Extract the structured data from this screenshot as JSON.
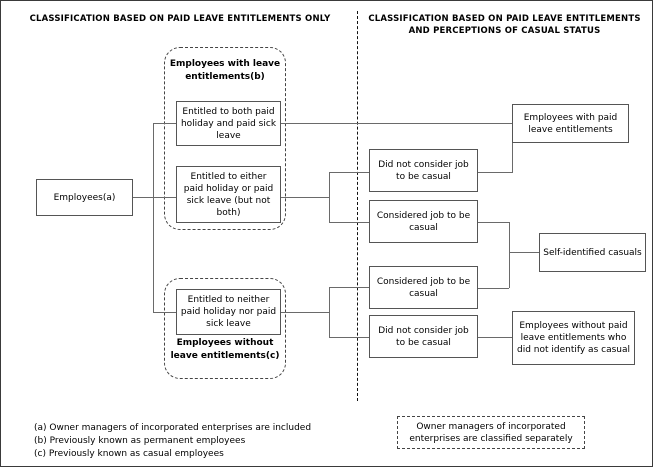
{
  "headings": {
    "left": "CLASSIFICATION BASED ON PAID LEAVE ENTITLEMENTS ONLY",
    "right_line1": "CLASSIFICATION BASED ON PAID LEAVE ENTITLEMENTS",
    "right_line2": "AND PERCEPTIONS OF CASUAL STATUS"
  },
  "nodes": {
    "root": "Employees(a)",
    "both": "Entitled to both paid holiday and paid sick leave",
    "either": "Entitled to either paid holiday or paid sick leave (but not both)",
    "neither": "Entitled to neither paid holiday nor paid sick leave",
    "mid1": "Did not consider job to be casual",
    "mid2": "Considered job to be casual",
    "mid3": "Considered job to be casual",
    "mid4": "Did not consider job to be casual",
    "out1": "Employees with paid leave entitlements",
    "out2": "Self-identified casuals",
    "out3": "Employees without paid leave entitlements who did not identify as casual"
  },
  "groups": {
    "with_leave": "Employees with leave entitlements(b)",
    "without_leave": "Employees without leave entitlements(c)"
  },
  "note": "Owner managers of incorporated enterprises are classified separately",
  "footnotes": [
    "(a) Owner managers of incorporated enterprises are included",
    "(b) Previously known as permanent employees",
    "(c) Previously known as casual employees"
  ],
  "colors": {
    "border": "#555555",
    "line": "#6a6a6a",
    "dashed": "#444444",
    "frame": "#3a3a3a",
    "text": "#000000"
  }
}
